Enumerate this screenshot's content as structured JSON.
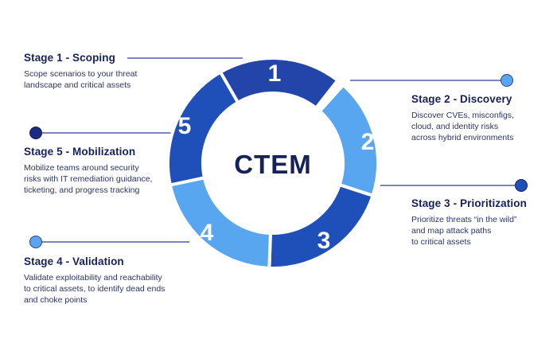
{
  "center_label": "CTEM",
  "colors": {
    "dark_blue": "#2344a8",
    "mid_blue": "#1f4fb8",
    "light_blue": "#58a6ef",
    "navy": "#16205a",
    "connector": "#2f3f8f"
  },
  "stages": [
    {
      "number": "1",
      "title": "Stage 1 - Scoping",
      "description": "Scope scenarios to your threat\nlandscape and critical assets"
    },
    {
      "number": "2",
      "title": "Stage 2 - Discovery",
      "description": "Discover CVEs, misconfigs,\ncloud, and identity risks\nacross hybrid environments"
    },
    {
      "number": "3",
      "title": "Stage 3 - Prioritization",
      "description": "Prioritize threats “in the wild”\nand map attack paths\nto critical assets"
    },
    {
      "number": "4",
      "title": "Stage 4 - Validation",
      "description": "Validate exploitability and reachability\nto critical assets, to identify dead ends\nand choke points"
    },
    {
      "number": "5",
      "title": "Stage 5 - Mobilization",
      "description": "Mobilize teams around security\nrisks with IT remediation guidance,\nticketing, and progress tracking"
    }
  ]
}
